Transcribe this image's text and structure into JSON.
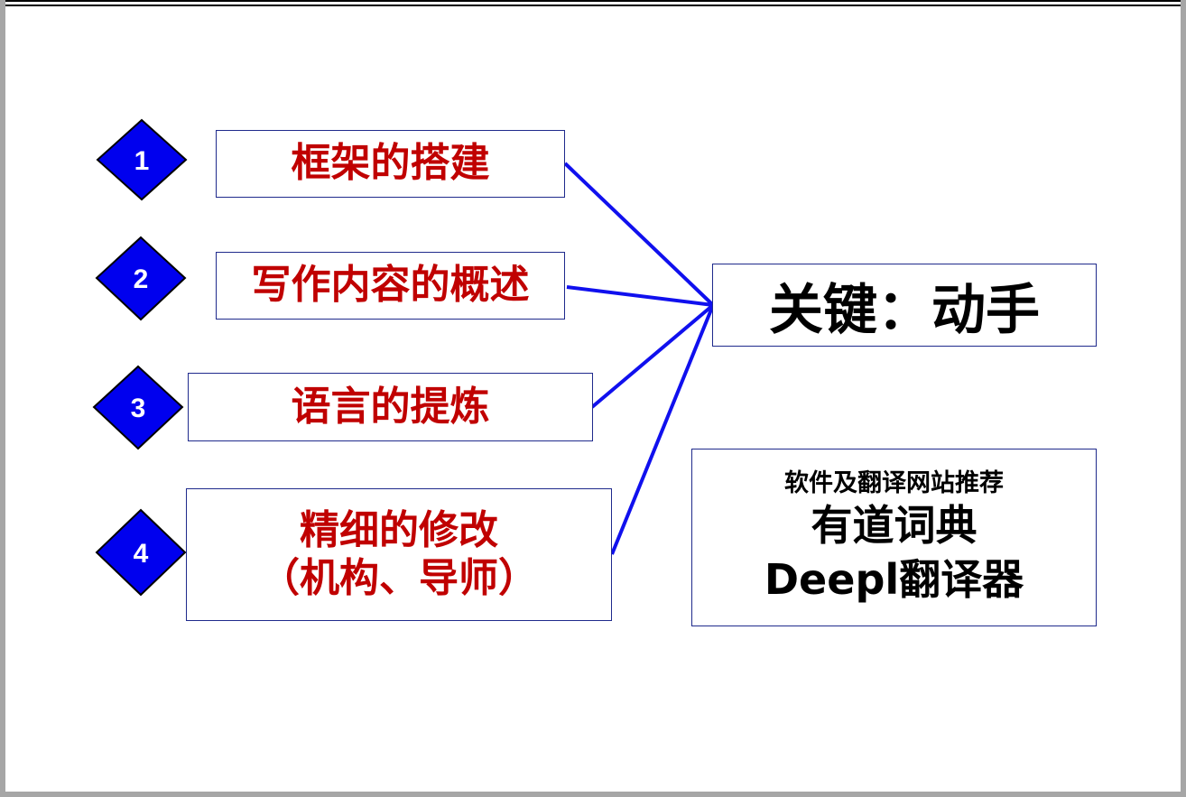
{
  "steps": [
    {
      "number": "1",
      "lines": [
        "框架的搭建"
      ]
    },
    {
      "number": "2",
      "lines": [
        "写作内容的概述"
      ]
    },
    {
      "number": "3",
      "lines": [
        "语言的提炼"
      ]
    },
    {
      "number": "4",
      "lines": [
        "精细的修改",
        "（机构、导师）"
      ]
    }
  ],
  "key": {
    "label": "关键：动手"
  },
  "recommend": {
    "title": "软件及翻译网站推荐",
    "items": [
      "有道词典",
      "Deepl翻译器"
    ]
  },
  "colors": {
    "diamond_fill": "#0000ee",
    "connector": "#1010ee",
    "step_text": "#c00000",
    "box_border": "#1f2a8c"
  },
  "icons": {
    "step_marker": "diamond-icon"
  }
}
